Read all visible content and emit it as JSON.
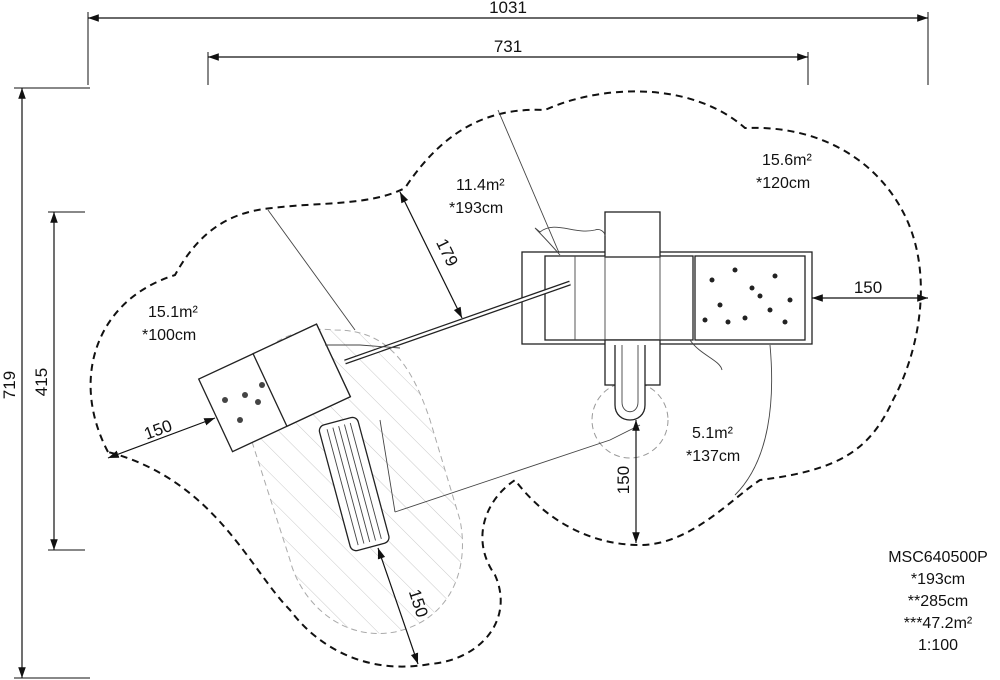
{
  "dimensions": {
    "overall_width": "1031",
    "inner_width": "731",
    "overall_height": "719",
    "inner_height": "415",
    "left_clearance": "150",
    "right_clearance": "150",
    "bottom_clearance": "150",
    "slide_clearance": "150",
    "diagonal_clearance": "179"
  },
  "zones": [
    {
      "area": "15.1m²",
      "height": "*100cm"
    },
    {
      "area": "11.4m²",
      "height": "*193cm"
    },
    {
      "area": "15.6m²",
      "height": "*120cm"
    },
    {
      "area": "5.1m²",
      "height": "*137cm"
    }
  ],
  "info": {
    "model": "MSC640500P",
    "platform_height": "*193cm",
    "free_height": "**285cm",
    "total_area": "***47.2m²",
    "scale": "1:100"
  }
}
